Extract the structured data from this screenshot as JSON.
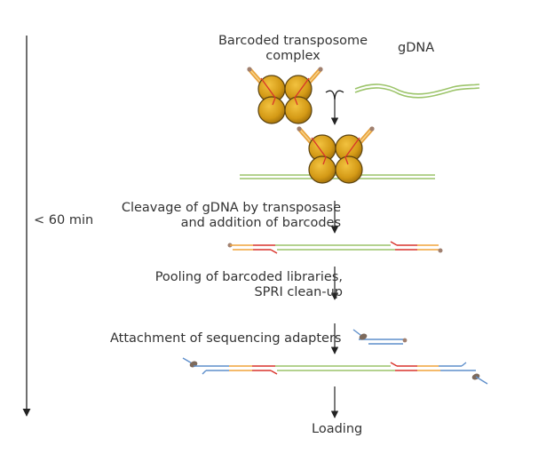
{
  "labels": {
    "complex_line1": "Barcoded transposome",
    "complex_line2": "complex",
    "gdna": "gDNA",
    "time": "< 60 min",
    "cleavage_line1": "Cleavage of gDNA by transposase",
    "cleavage_line2": "and addition of barcodes",
    "pooling_line1": "Pooling of barcoded libraries,",
    "pooling_line2": "SPRI clean-up",
    "attachment": "Attachment of sequencing adapters",
    "loading": "Loading"
  },
  "colors": {
    "transposase": "#d9a11c",
    "transposase_outline": "#5a4210",
    "dna_green": "#9cc46a",
    "barcode_red": "#d9342b",
    "barcode_orange": "#f0a43a",
    "adapter_blue": "#5f8fcb",
    "bead_brown": "#7d6a5c",
    "arrow": "#222222",
    "text": "#333333"
  }
}
